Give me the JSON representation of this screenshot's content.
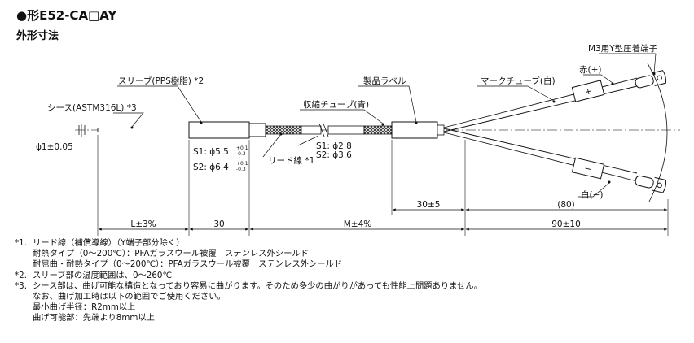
{
  "header": {
    "title": "●形E52-CA□AY",
    "subtitle": "外形寸法"
  },
  "diagram": {
    "labels": {
      "terminal": "M3用Y型圧着端子",
      "red_plus": "赤(+)",
      "mark_tube": "マークチューブ(白)",
      "product_label": "製品ラベル",
      "sleeve": "スリーブ(PPS樹脂) *2",
      "shrink_tube": "収縮チューブ(青)",
      "sheath": "シース(ASTM316L) *3",
      "dia_sheath": "ϕ1±0.05",
      "sleeve_s1": "S1: ϕ5.5",
      "sleeve_s1_tol_top": "+0.1",
      "sleeve_s1_tol_bottom": "-0.3",
      "sleeve_s2": "S2: ϕ6.4",
      "sleeve_s2_tol_top": "+0.1",
      "sleeve_s2_tol_bottom": "-0.3",
      "lead_wire": "リード線 *1",
      "lead_s1": "S1: ϕ2.8",
      "lead_s2": "S2: ϕ3.6",
      "white_minus": "白(−)",
      "plus_sign": "+",
      "minus_sign": "−"
    },
    "dimensions": {
      "L": "L±3%",
      "sleeve_len": "30",
      "M": "M±4%",
      "label_len": "30±5",
      "lead_ref": "(80)",
      "total_end": "90±10"
    }
  },
  "notes": [
    {
      "mark": "*1.",
      "text": "リード線（補償導線）（Y端子部分除く）"
    },
    {
      "mark": "",
      "text": "耐熱タイプ（0～200℃）：PFAガラスウール被覆　ステンレス外シールド"
    },
    {
      "mark": "",
      "text": "耐屈曲・耐熱タイプ（0～200℃）：PFAガラスウール被覆　ステンレス外シールド"
    },
    {
      "mark": "*2.",
      "text": "スリーブ部の温度範囲は、0～260℃"
    },
    {
      "mark": "*3.",
      "text": "シース部は、曲げ可能な構造となっており容易に曲がります。そのため多少の曲がりがあっても性能上問題ありません。"
    },
    {
      "mark": "",
      "text": "なお、曲げ加工時は以下の範囲でご使用ください。"
    },
    {
      "mark": "",
      "text": "最小曲げ半径：R2mm以上"
    },
    {
      "mark": "",
      "text": "曲げ可能部：先端より8mm以上"
    }
  ]
}
